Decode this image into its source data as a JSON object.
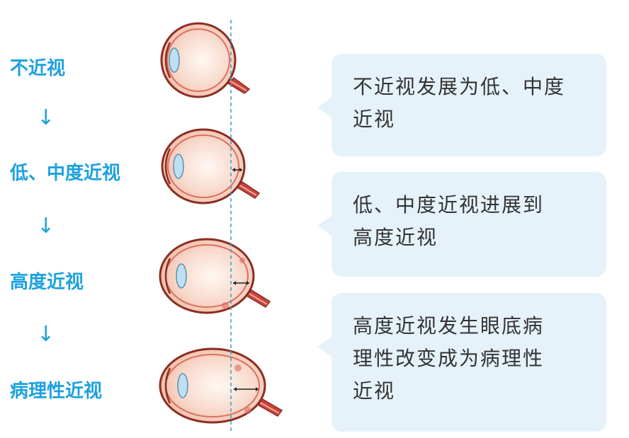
{
  "stages": [
    {
      "label": "不近视"
    },
    {
      "label": "低、中度近视"
    },
    {
      "label": "高度近视"
    },
    {
      "label": "病理性近视"
    }
  ],
  "arrows": [
    "↓",
    "↓",
    "↓"
  ],
  "descriptions": [
    {
      "line1": "不近视发展为低、中度",
      "line2": "近视"
    },
    {
      "line1": "低、中度近视进展到",
      "line2": "高度近视"
    },
    {
      "line1": "高度近视发生眼底病",
      "line2": "理性改变成为病理性",
      "line3": "近视"
    }
  ],
  "colors": {
    "accent": "#1da1df",
    "bubble": "#e6f2fa",
    "eye_outline": "#8b2e23",
    "eye_fill": "#f6c7b5",
    "nerve": "#c8433a",
    "guide_line": "#2a9fd8"
  }
}
